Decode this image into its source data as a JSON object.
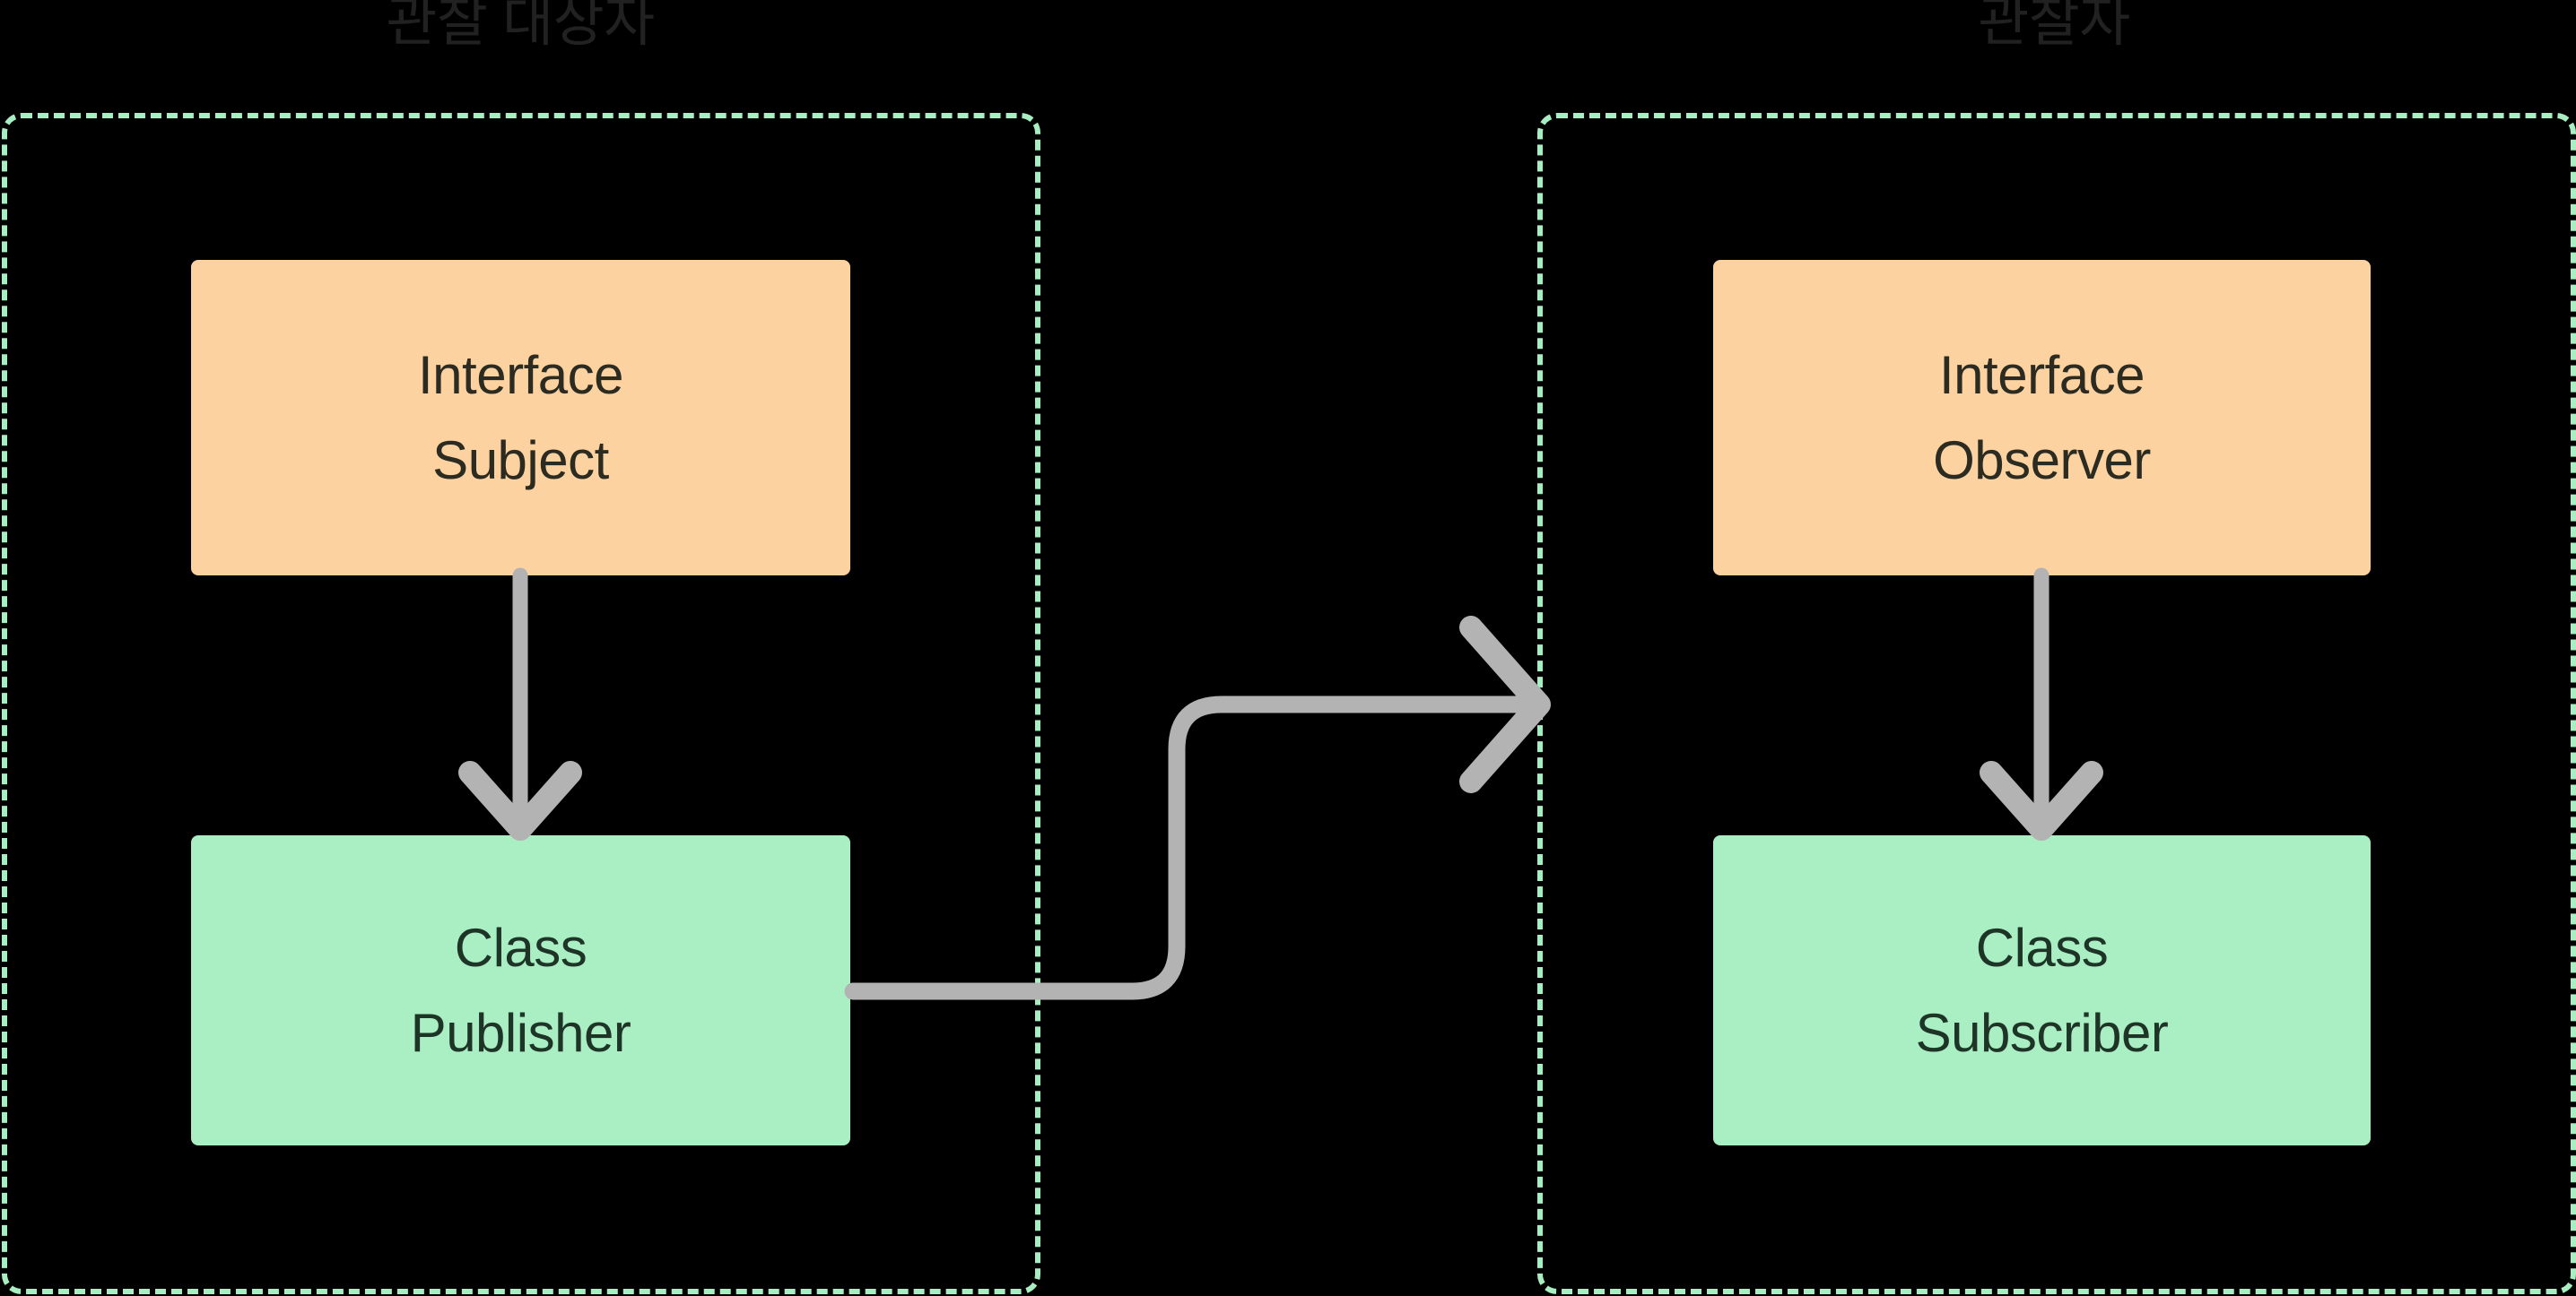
{
  "diagram": {
    "type": "uml-class-relationship",
    "title_left": "관찰 대상자",
    "title_right": "관찰자",
    "background_color": "#000000",
    "colors": {
      "group_border": "#a9eec2",
      "interface_box": "#fbd2a0",
      "class_box": "#aaeec3",
      "connector": "#b3b3b3",
      "title_text": "#212121",
      "box_text": "#2b2b22"
    },
    "groups": [
      {
        "id": "observed-subject-group",
        "title": "관찰 대상자",
        "nodes": [
          {
            "id": "subject",
            "kind": "Interface",
            "stereotype": "Interface",
            "name": "Subject",
            "fill": "#fbd2a0"
          },
          {
            "id": "publisher",
            "kind": "Class",
            "stereotype": "Class",
            "name": "Publisher",
            "fill": "#aaeec3"
          }
        ]
      },
      {
        "id": "observer-group",
        "title": "관찰자",
        "nodes": [
          {
            "id": "observer",
            "kind": "Interface",
            "stereotype": "Interface",
            "name": "Observer",
            "fill": "#fbd2a0"
          },
          {
            "id": "subscriber",
            "kind": "Class",
            "stereotype": "Class",
            "name": "Subscriber",
            "fill": "#aaeec3"
          }
        ]
      }
    ],
    "edges": [
      {
        "id": "subject-to-publisher",
        "from": "subject",
        "to": "publisher",
        "style": "solid-arrow",
        "direction": "down",
        "label": ""
      },
      {
        "id": "observer-to-subscriber",
        "from": "observer",
        "to": "subscriber",
        "style": "solid-arrow",
        "direction": "down",
        "label": ""
      },
      {
        "id": "publisher-to-observer-group",
        "from": "publisher",
        "to": "observer-group",
        "style": "solid-arrow-elbow",
        "direction": "right",
        "label": ""
      }
    ]
  }
}
